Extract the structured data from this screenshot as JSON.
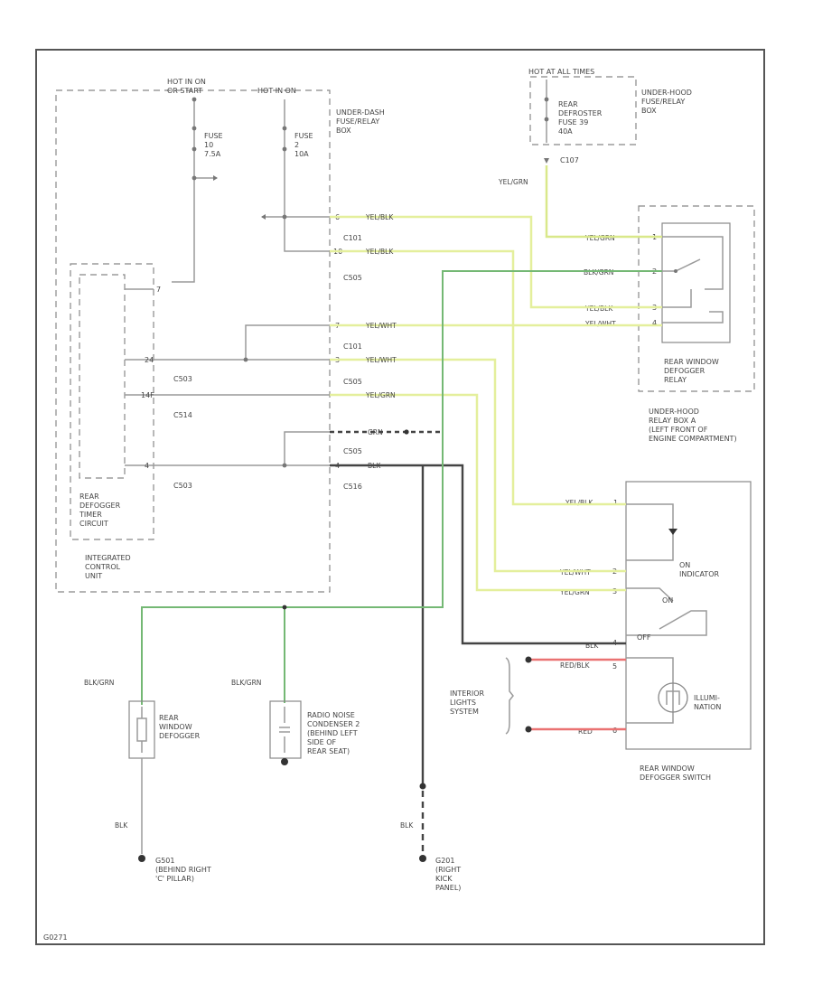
{
  "frame": {
    "code": "G0271"
  },
  "labels": {
    "hot_on_run": "HOT IN ON\nOR START",
    "hot_on": "HOT IN ON",
    "fuse10": "FUSE\n10\n7.5A",
    "fuse2": "FUSE\n2\n10A",
    "underdash": "UNDER-DASH\nFUSE/RELAY\nBOX",
    "hot_all_times": "HOT AT ALL TIMES",
    "fuse39": "REAR\nDEFROSTER\nFUSE 39\n40A",
    "underhood_box": "UNDER-HOOD\nFUSE/RELAY\nBOX",
    "relay": "REAR WINDOW\nDEFOGGER\nRELAY",
    "relay_box": "UNDER-HOOD\nRELAY BOX A\n(LEFT FRONT OF\nENGINE COMPARTMENT)",
    "timer": "REAR\nDEFOGGER\nTIMER\nCIRCUIT",
    "icu": "INTEGRATED\nCONTROL\nUNIT",
    "defogger": "REAR\nWINDOW\nDEFOGGER",
    "condenser": "RADIO NOISE\nCONDENSER 2\n(BEHIND LEFT\nSIDE OF\nREAR SEAT)",
    "on_indicator": "ON\nINDICATOR",
    "illumination": "ILLUMI-\nNATION",
    "switch": "REAR WINDOW\nDEFOGGER SWITCH",
    "interior": "INTERIOR\nLIGHTS\nSYSTEM",
    "g501": "G501\n(BEHIND RIGHT\n'C' PILLAR)",
    "g201": "G201\n(RIGHT\nKICK\nPANEL)",
    "on": "ON",
    "off": "OFF"
  },
  "connectors": {
    "c107": "C107",
    "c101a": "C101",
    "c505a": "C505",
    "c101b": "C101",
    "c505b": "C505",
    "c503a": "C503",
    "c514": "C514",
    "c505c": "C505",
    "c516": "C516",
    "c503b": "C503"
  },
  "pins": {
    "p7a": "7",
    "p6a": "6",
    "p10": "10",
    "p7b": "7",
    "p3": "3",
    "p24": "24",
    "p14f": "14F",
    "p4": "4",
    "p4b": "4",
    "r1": "1",
    "r2": "2",
    "r3": "3",
    "r4": "4",
    "s1": "1",
    "s2": "2",
    "s3": "3",
    "s4": "4",
    "s5": "5",
    "s6": "6"
  },
  "wires": {
    "ylw_grn": "YEL/GRN",
    "yel_blk1": "YEL/BLK",
    "yel_blk2": "YEL/BLK",
    "yel_wht1": "YEL/WHT",
    "yel_wht2": "YEL/WHT",
    "yel_grn2": "YEL/GRN",
    "grn": "GRN",
    "blk": "BLK",
    "r_ylw_grn": "YEL/GRN",
    "r_blk_grn": "BLK/GRN",
    "r_yel_blk": "YEL/BLK",
    "r_yel_wht": "YEL/WHT",
    "s_yel_blk": "YEL/BLK",
    "s_yel_wht": "YEL/WHT",
    "s_yel_grn": "YEL/GRN",
    "s_blk": "BLK",
    "s_red_blk": "RED/BLK",
    "s_red": "RED",
    "blk_grn1": "BLK/GRN",
    "blk_grn2": "BLK/GRN",
    "blk1": "BLK",
    "blk2": "BLK"
  },
  "colors": {
    "yellow_wire": "#e4ef9c",
    "green_wire": "#74b874",
    "red_wire": "#ea7272",
    "black_wire": "#444444"
  }
}
